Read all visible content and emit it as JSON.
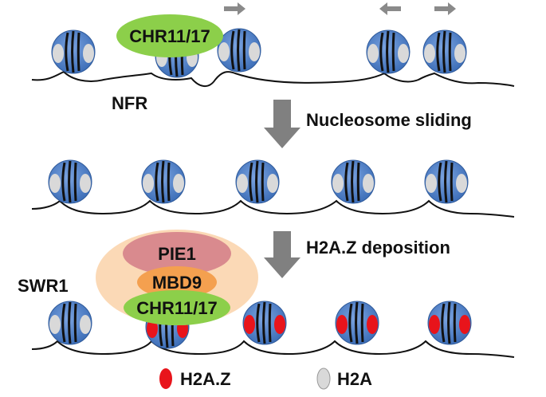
{
  "labels": {
    "nfr": "NFR",
    "sliding": "Nucleosome sliding",
    "deposition": "H2A.Z deposition",
    "swr1": "SWR1",
    "chr_top": "CHR11/17",
    "pie1": "PIE1",
    "mbd9": "MBD9",
    "chr_complex": "CHR11/17"
  },
  "legend": {
    "h2az": "H2A.Z",
    "h2a": "H2A"
  },
  "colors": {
    "nucleosome": "#4f7fc7",
    "h2a": "#d9d9d9",
    "h2az": "#e8141b",
    "chr": "#8ccf4a",
    "pie1": "#d98a8e",
    "mbd9": "#f4a04f",
    "swr1_bg": "#fbd9b6",
    "arrow": "#808080"
  }
}
